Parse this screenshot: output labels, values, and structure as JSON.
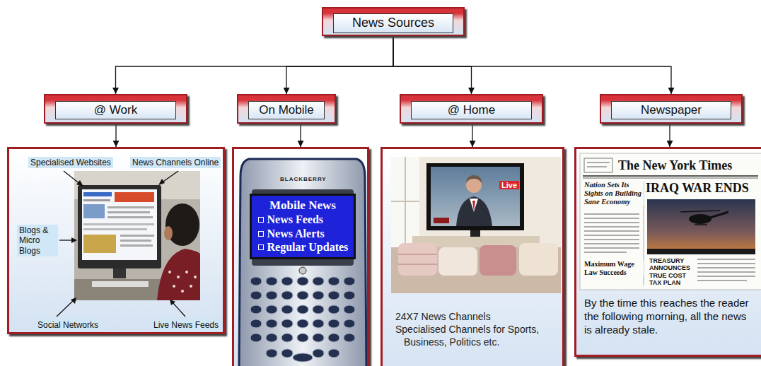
{
  "diagram": {
    "nodes": [
      {
        "text": [
          "News Sources"
        ]
      },
      {
        "text": [
          "@ Work"
        ]
      },
      {
        "text": [
          "On Mobile"
        ]
      },
      {
        "text": [
          "@ Home"
        ]
      },
      {
        "text": [
          "Newspaper"
        ]
      },
      {
        "text": [
          "Specialised Websites",
          "News Channels Online",
          "Blogs & Micro Blogs",
          "Social Networks",
          "Live News Feeds"
        ]
      },
      {
        "text": [
          "Mobile News",
          "News Feeds",
          "News Alerts",
          "Regular Updates"
        ]
      },
      {
        "text": [
          "24X7 News Channels",
          "Specialised Channels for Sports, Business, Politics etc."
        ]
      },
      {
        "text": [
          "By the time this reaches the reader the following morning, all the news is already stale."
        ]
      }
    ],
    "edges": [
      {
        "from": 0,
        "to": 1,
        "arrow": "to"
      },
      {
        "from": 0,
        "to": 2,
        "arrow": "to"
      },
      {
        "from": 0,
        "to": 3,
        "arrow": "to"
      },
      {
        "from": 0,
        "to": 4,
        "arrow": "to"
      },
      {
        "from": 1,
        "to": 5,
        "arrow": "to"
      },
      {
        "from": 2,
        "to": 6,
        "arrow": "to"
      },
      {
        "from": 3,
        "to": 7,
        "arrow": "to"
      },
      {
        "from": 4,
        "to": 8,
        "arrow": "to"
      }
    ],
    "labels": [
      "BLACKBERRY",
      "Live",
      "The New York Times",
      "IRAQ WAR ENDS",
      "Nation Sets Its Sights on Building Sane Economy",
      "Maximum Wage Law Succeeds",
      "TREASURY ANNOUNCES TRUE COST TAX PLAN"
    ]
  }
}
